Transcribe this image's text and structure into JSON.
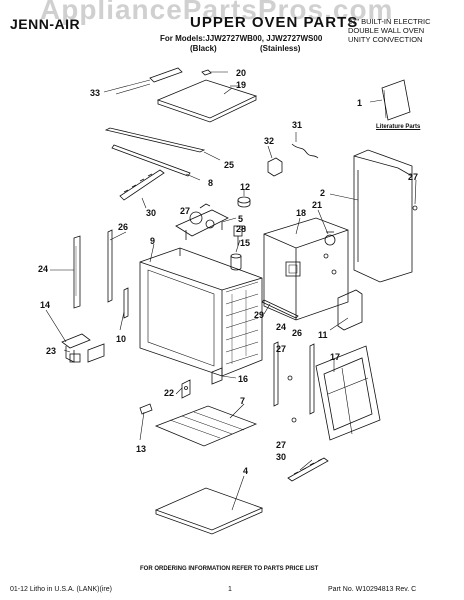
{
  "header": {
    "watermark": "AppliancePartsPros.com",
    "brand_logo": "JENN-AIR",
    "title": "UPPER OVEN PARTS",
    "models_line": "For Models:JJW2727WB00, JJW2727WS00",
    "model_variant_1": "(Black)",
    "model_variant_2": "(Stainless)",
    "description": [
      "27\" BUILT-IN ELECTRIC",
      "DOUBLE WALL OVEN",
      "UNITY CONVECTION"
    ]
  },
  "literature_label": "Literature Parts",
  "callouts": [
    "1",
    "2",
    "4",
    "5",
    "7",
    "8",
    "9",
    "10",
    "11",
    "12",
    "13",
    "14",
    "15",
    "16",
    "17",
    "18",
    "19",
    "20",
    "21",
    "22",
    "23",
    "24",
    "25",
    "26",
    "27",
    "28",
    "29",
    "30",
    "31",
    "32",
    "33"
  ],
  "footer": {
    "ordering_note": "FOR ORDERING INFORMATION REFER TO PARTS PRICE LIST",
    "left": "01-12  Litho in U.S.A. (LANK)(ire)",
    "page": "1",
    "right": "Part No. W10294813 Rev. C"
  },
  "colors": {
    "line": "#111111",
    "watermark": "#787878"
  }
}
